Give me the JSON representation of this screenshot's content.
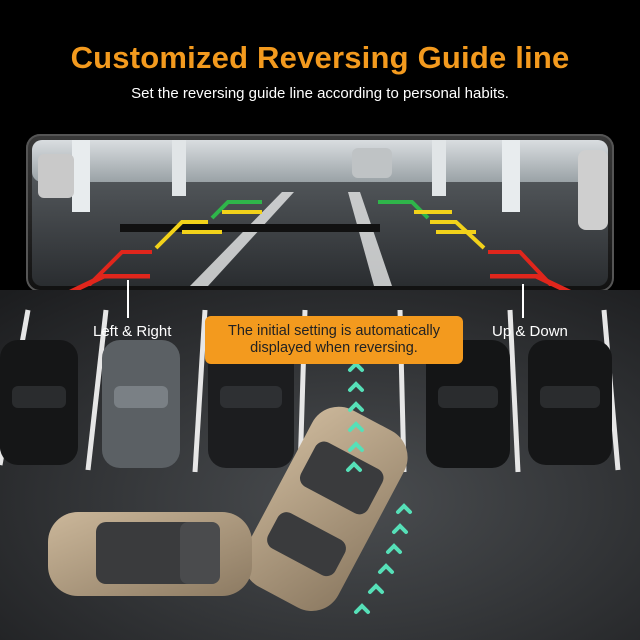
{
  "header": {
    "title": "Customized Reversing Guide line",
    "subtitle": "Set the reversing guide line according to personal habits."
  },
  "labels": {
    "left_right": "Left & Right",
    "up_down": "Up & Down"
  },
  "callout": {
    "line1": "The initial setting is automatically",
    "line2": "displayed when reversing."
  },
  "colors": {
    "accent": "#f39a1e",
    "guide_green": "#2fb54a",
    "guide_yellow": "#f2d21a",
    "guide_red": "#e0261c",
    "arrow_teal": "#56e0b8"
  }
}
